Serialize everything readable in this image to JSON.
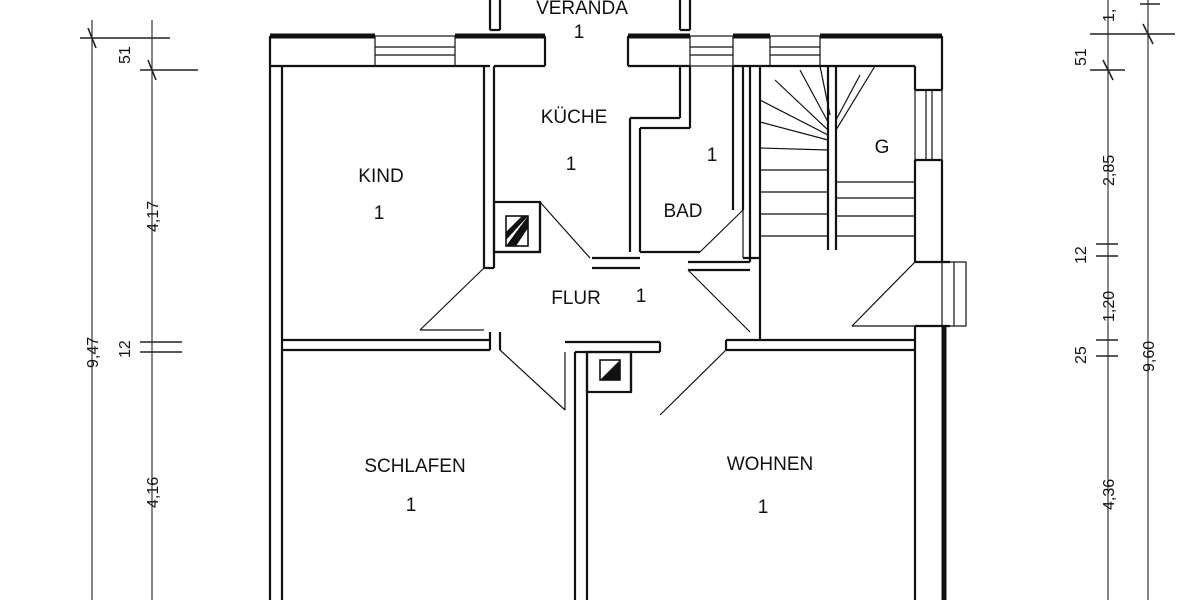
{
  "rooms": {
    "veranda": {
      "label": "VERANDA",
      "count": "1"
    },
    "kueche": {
      "label": "KÜCHE",
      "count": "1"
    },
    "kind": {
      "label": "KIND",
      "count": "1"
    },
    "bad": {
      "label": "BAD",
      "count": "1"
    },
    "g": {
      "label": "G"
    },
    "flur": {
      "label": "FLUR",
      "count": "1"
    },
    "schlafen": {
      "label": "SCHLAFEN",
      "count": "1"
    },
    "wohnen": {
      "label": "WOHNEN",
      "count": "1"
    }
  },
  "dimensions_left": {
    "total": "9,47",
    "segment_top": "51",
    "segment_kind": "4,17",
    "segment_wall": "12",
    "segment_schlafen": "4,16"
  },
  "dimensions_right": {
    "total": "9,60",
    "segment_top": "51",
    "segment_upper": "2,85",
    "segment_wall": "12",
    "segment_flur": "1,20",
    "segment_wall2": "25",
    "segment_wohnen": "4,36",
    "segment_cut": "1,"
  }
}
